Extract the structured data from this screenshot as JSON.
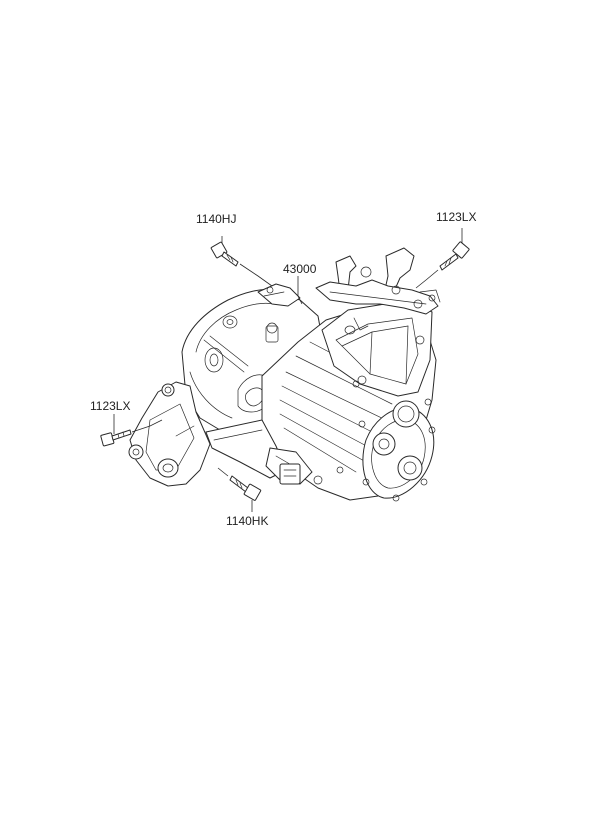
{
  "labels": {
    "part_43000": "43000",
    "part_1140HJ": "1140HJ",
    "part_1123LX_right": "1123LX",
    "part_1123LX_left": "1123LX",
    "part_1140HK": "1140HK"
  },
  "colors": {
    "line": "#2a2a2a",
    "background": "#ffffff"
  }
}
